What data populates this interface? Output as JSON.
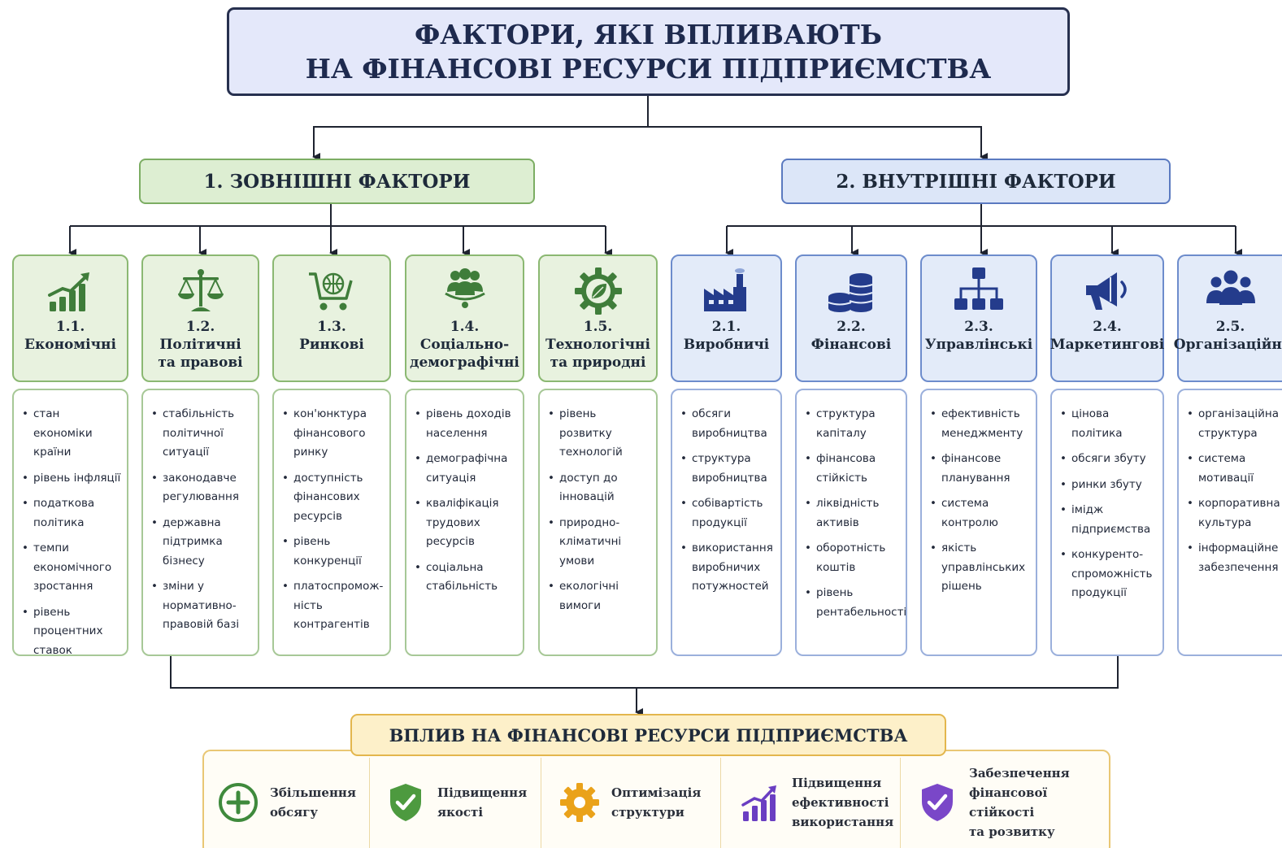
{
  "title": {
    "line1": "ФАКТОРИ, ЯКІ ВПЛИВАЮТЬ",
    "line2": "НА ФІНАНСОВІ РЕСУРСИ ПІДПРИЄМСТВА"
  },
  "groups": {
    "external": "1. ЗОВНІШНІ ФАКТОРИ",
    "internal": "2. ВНУТРІШНІ ФАКТОРИ"
  },
  "factors": [
    {
      "num": "1.1.",
      "name": "Економічні",
      "icon": "growth-chart-icon",
      "items": [
        "стан економіки\nкраїни",
        "рівень інфляції",
        "податкова\nполітика",
        "темпи\nекономічного\nзростання",
        "рівень\nпроцентних\nставок"
      ]
    },
    {
      "num": "1.2.",
      "name": "Політичні\nта правові",
      "icon": "scales-icon",
      "items": [
        "стабільність\nполітичної\nситуації",
        "законодавче\nрегулювання",
        "державна\nпідтримка\nбізнесу",
        "зміни у\nнормативно-\nправовій базі"
      ]
    },
    {
      "num": "1.3.",
      "name": "Ринкові",
      "icon": "cart-globe-icon",
      "items": [
        "кон'юнктура\nфінансового\nринку",
        "доступність\nфінансових\nресурсів",
        "рівень\nконкуренції",
        "платоспромож-\nність контрагентів"
      ]
    },
    {
      "num": "1.4.",
      "name": "Соціально-\nдемографічні",
      "icon": "people-group-icon",
      "items": [
        "рівень доходів\nнаселення",
        "демографічна\nситуація",
        "кваліфікація\nтрудових\nресурсів",
        "соціальна\nстабільність"
      ]
    },
    {
      "num": "1.5.",
      "name": "Технологічні\nта природні",
      "icon": "gear-leaf-icon",
      "items": [
        "рівень розвитку\nтехнологій",
        "доступ до\nінновацій",
        "природно-\nкліматичні\nумови",
        "екологічні\nвимоги"
      ]
    },
    {
      "num": "2.1.",
      "name": "Виробничі",
      "icon": "factory-icon",
      "items": [
        "обсяги\nвиробництва",
        "структура\nвиробництва",
        "собівартість\nпродукції",
        "використання\nвиробничих\nпотужностей"
      ]
    },
    {
      "num": "2.2.",
      "name": "Фінансові",
      "icon": "coins-icon",
      "items": [
        "структура\nкапіталу",
        "фінансова\nстійкість",
        "ліквідність\nактивів",
        "оборотність\nкоштів",
        "рівень\nрентабельності"
      ]
    },
    {
      "num": "2.3.",
      "name": "Управлінські",
      "icon": "org-chart-icon",
      "items": [
        "ефективність\nменеджменту",
        "фінансове\nпланування",
        "система\nконтролю",
        "якість\nуправлінських\nрішень"
      ]
    },
    {
      "num": "2.4.",
      "name": "Маркетингові",
      "icon": "megaphone-icon",
      "items": [
        "цінова\nполітика",
        "обсяги збуту",
        "ринки збуту",
        "імідж\nпідприємства",
        "конкуренто-\nспроможність\nпродукції"
      ]
    },
    {
      "num": "2.5.",
      "name": "Організаційні",
      "icon": "team-icon",
      "items": [
        "організаційна\nструктура",
        "система\nмотивації",
        "корпоративна\nкультура",
        "інформаційне\nзабезпечення"
      ]
    }
  ],
  "impact": {
    "title": "ВПЛИВ НА ФІНАНСОВІ РЕСУРСИ ПІДПРИЄМСТВА",
    "items": [
      {
        "text": "Збільшення\nобсягу",
        "icon": "plus-circle-icon"
      },
      {
        "text": "Підвищення\nякості",
        "icon": "shield-check-icon"
      },
      {
        "text": "Оптимізація\nструктури",
        "icon": "gear-icon"
      },
      {
        "text": "Підвищення\nефективності\nвикористання",
        "icon": "growth-chart-icon"
      },
      {
        "text": "Забезпечення\nфінансової стійкості\nта розвитку",
        "icon": "shield-check-icon"
      }
    ]
  },
  "colors": {
    "external_fill": "#e8f2df",
    "external_border": "#8bb872",
    "internal_fill": "#e3ebf9",
    "internal_border": "#6d8ccc",
    "external_icon": "#3f7d3a",
    "internal_icon": "#243c8c",
    "impact_fill": "#fdf0c9",
    "impact_border": "#e3b64d"
  }
}
